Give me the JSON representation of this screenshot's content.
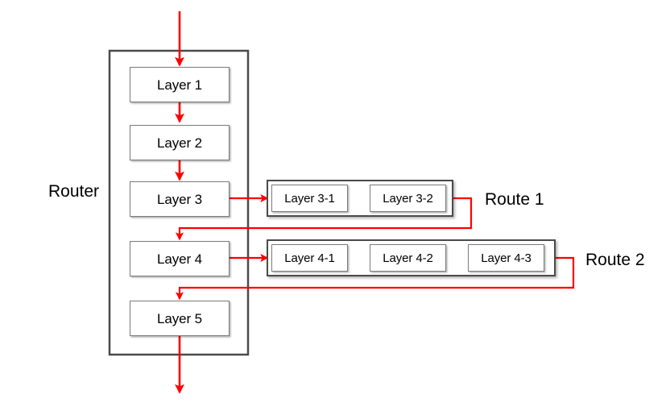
{
  "diagram": {
    "type": "block-flow-diagram",
    "colors": {
      "flow_arrow": "#FF0000",
      "node_border": "#7B7B7B",
      "group_border": "#4A4A4A",
      "background": "#FFFFFF",
      "text": "#000000"
    },
    "labels": {
      "router": "Router",
      "route_1": "Route 1",
      "route_2": "Route 2"
    },
    "router": {
      "name": "Router",
      "layers": [
        {
          "id": "layer-1",
          "label": "Layer 1"
        },
        {
          "id": "layer-2",
          "label": "Layer 2"
        },
        {
          "id": "layer-3",
          "label": "Layer 3"
        },
        {
          "id": "layer-4",
          "label": "Layer 4"
        },
        {
          "id": "layer-5",
          "label": "Layer 5"
        }
      ]
    },
    "routes": [
      {
        "id": "route-1",
        "label": "Route 1",
        "source_layer": "Layer 3",
        "return_layer": "Layer 4",
        "blocks": [
          {
            "id": "layer-3-1",
            "label": "Layer 3-1"
          },
          {
            "id": "layer-3-2",
            "label": "Layer 3-2"
          }
        ]
      },
      {
        "id": "route-2",
        "label": "Route 2",
        "source_layer": "Layer 4",
        "return_layer": "Layer 5",
        "blocks": [
          {
            "id": "layer-4-1",
            "label": "Layer 4-1"
          },
          {
            "id": "layer-4-2",
            "label": "Layer 4-2"
          },
          {
            "id": "layer-4-3",
            "label": "Layer 4-3"
          }
        ]
      }
    ]
  }
}
